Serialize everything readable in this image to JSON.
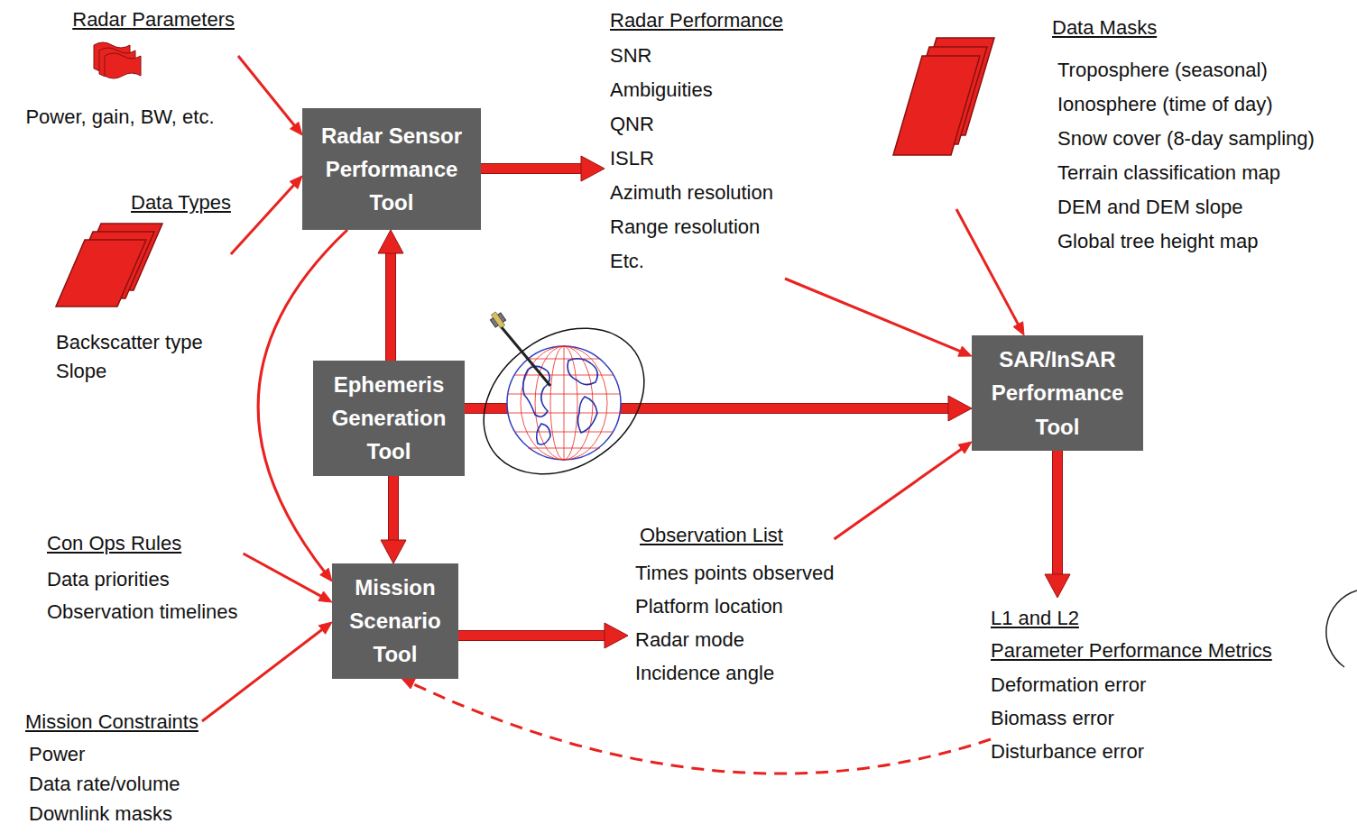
{
  "diagram": {
    "nodes": [
      {
        "text": [
          "Radar Parameters",
          "Power, gain, BW, etc."
        ]
      },
      {
        "text": [
          "Radar Sensor Performance Tool"
        ]
      },
      {
        "text": [
          "Radar Performance",
          "SNR",
          "Ambiguities",
          "QNR",
          "ISLR",
          "Azimuth resolution",
          "Range resolution",
          "Etc."
        ]
      },
      {
        "text": [
          "Data Masks",
          "Troposphere (seasonal)",
          "Ionosphere (time of day)",
          "Snow cover (8-day sampling)",
          "Terrain classification map",
          "DEM and DEM slope",
          "Global tree height map"
        ]
      },
      {
        "text": [
          "Data Types",
          "Backscatter type",
          "Slope"
        ]
      },
      {
        "text": [
          "Ephemeris Generation Tool"
        ]
      },
      {
        "text": [
          "SAR/InSAR Performance Tool"
        ]
      },
      {
        "text": [
          "Con Ops Rules",
          "Data priorities",
          "Observation timelines"
        ]
      },
      {
        "text": [
          "Mission Scenario Tool"
        ]
      },
      {
        "text": [
          "Observation List",
          "Times points observed",
          "Platform location",
          "Radar mode",
          "Incidence angle"
        ]
      },
      {
        "text": [
          "L1 and L2",
          "Parameter Performance Metrics",
          "Deformation error",
          "Biomass error",
          "Disturbance error"
        ]
      },
      {
        "text": [
          "Mission Constraints",
          "Power",
          "Data rate/volume",
          "Downlink masks"
        ]
      }
    ],
    "edges": [
      {
        "from": 0,
        "to": 1,
        "arrow": "to"
      },
      {
        "from": 4,
        "to": 1,
        "arrow": "to"
      },
      {
        "from": 1,
        "to": 2,
        "arrow": "to"
      },
      {
        "from": 5,
        "to": 1,
        "arrow": "to"
      },
      {
        "from": 1,
        "to": 8,
        "arrow": "to"
      },
      {
        "from": 5,
        "to": 8,
        "arrow": "to"
      },
      {
        "from": 7,
        "to": 8,
        "arrow": "to"
      },
      {
        "from": 11,
        "to": 8,
        "arrow": "to"
      },
      {
        "from": 8,
        "to": 9,
        "arrow": "to"
      },
      {
        "from": 9,
        "to": 6,
        "arrow": "to"
      },
      {
        "from": 2,
        "to": 6,
        "arrow": "to"
      },
      {
        "from": 3,
        "to": 6,
        "arrow": "to"
      },
      {
        "from": 5,
        "to": 6,
        "arrow": "to"
      },
      {
        "from": 6,
        "to": 10,
        "arrow": "to"
      },
      {
        "from": 10,
        "to": 8,
        "arrow": "to"
      }
    ]
  }
}
